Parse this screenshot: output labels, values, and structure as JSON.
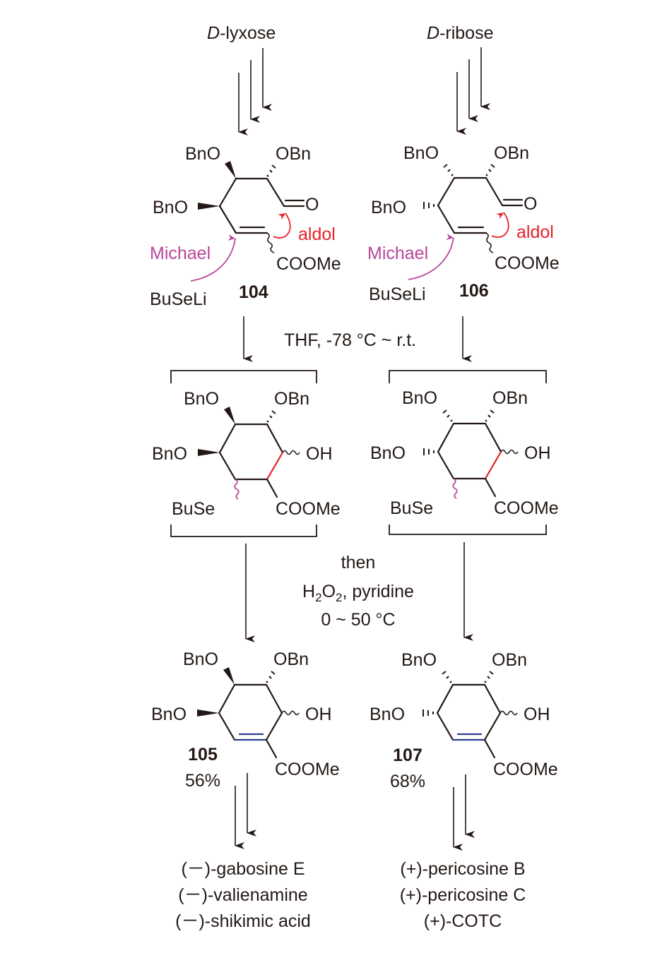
{
  "colors": {
    "ink": "#231815",
    "aldol": "#e8212a",
    "michael": "#b8479a",
    "new_double_bond": "#2c3f8f"
  },
  "starting_materials": {
    "left": {
      "prefix": "D",
      "name": "-lyxose"
    },
    "right": {
      "prefix": "D",
      "name": "-ribose"
    }
  },
  "substituents": {
    "BnO": "BnO",
    "OBn": "OBn",
    "O": "O",
    "OH": "OH",
    "COOMe": "COOMe",
    "BuSe": "BuSe",
    "BuSeLi": "BuSeLi"
  },
  "annotations": {
    "aldol": "aldol",
    "michael": "Michael"
  },
  "compounds": {
    "c104": {
      "label": "104"
    },
    "c106": {
      "label": "106"
    },
    "c105": {
      "label": "105",
      "yield": "56%"
    },
    "c107": {
      "label": "107",
      "yield": "68%"
    }
  },
  "conditions": {
    "step1": "THF, -78 °C ~ r.t.",
    "step2_line1": "then",
    "step2_line2_a": "H",
    "step2_line2_sub1": "2",
    "step2_line2_b": "O",
    "step2_line2_sub2": "2",
    "step2_line2_c": ", pyridine",
    "step2_line3": "0 ~ 50 °C"
  },
  "targets": {
    "left": [
      "(－)-gabosine E",
      "(－)-valienamine",
      "(－)-shikimic acid"
    ],
    "right": [
      "(+)-pericosine B",
      "(+)-pericosine C",
      "(+)-COTC"
    ]
  }
}
